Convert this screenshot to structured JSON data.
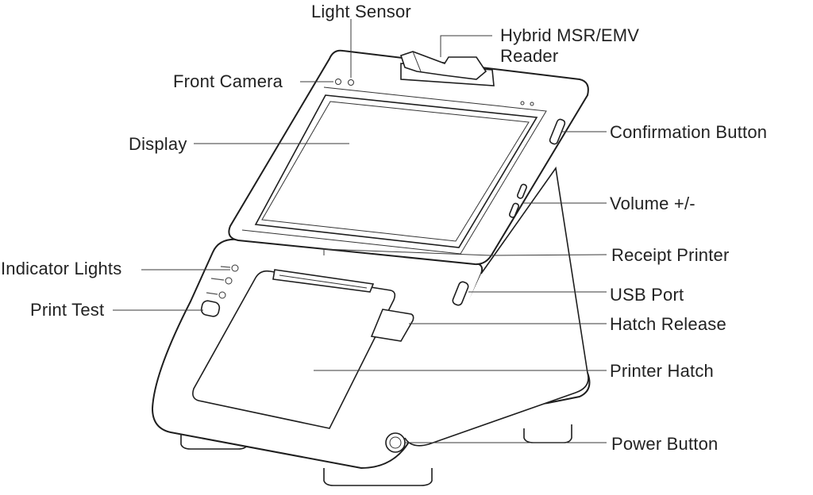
{
  "diagram": {
    "labels": {
      "light_sensor": "Light Sensor",
      "msr_line1": "Hybrid MSR/EMV",
      "msr_line2": "Reader",
      "front_camera": "Front Camera",
      "display": "Display",
      "confirmation_button": "Confirmation Button",
      "volume": "Volume +/-",
      "indicator_lights": "Indicator Lights",
      "receipt_printer": "Receipt Printer",
      "print_test": "Print Test",
      "usb_port": "USB Port",
      "hatch_release": "Hatch Release",
      "printer_hatch": "Printer Hatch",
      "power_button": "Power Button"
    }
  }
}
